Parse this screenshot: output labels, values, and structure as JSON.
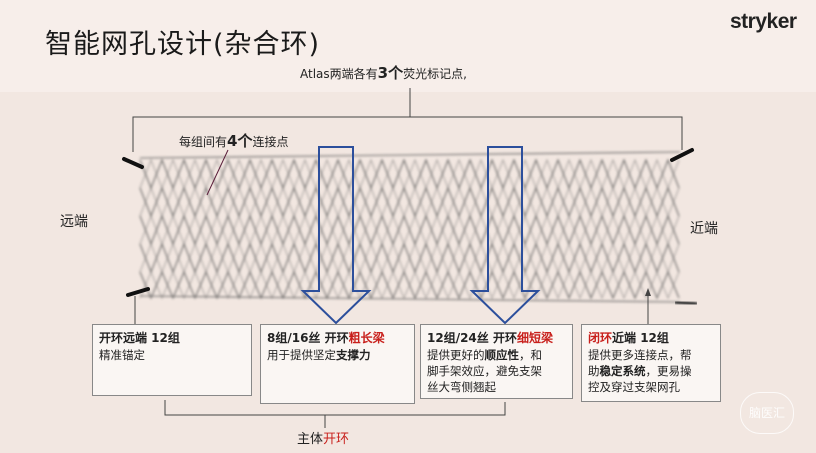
{
  "title": "智能网孔设计(杂合环)",
  "brand": "stryker",
  "atlas_note": {
    "pre": "Atlas两端各有",
    "num": "3个",
    "post": "荧光标记点,"
  },
  "conn_note": {
    "pre": "每组间有",
    "num": "4个",
    "post": "连接点"
  },
  "labels": {
    "distal": "远端",
    "proximal": "近端"
  },
  "boxes": [
    {
      "head": "开环远端 12组",
      "line1": "精准锚定"
    },
    {
      "head_pre": "8组/16丝 开环",
      "head_red": "粗长梁",
      "line1": "用于提供坚定",
      "line1_bold": "支撑力"
    },
    {
      "head_pre": "12组/24丝 开环",
      "head_red": "细短梁",
      "line1_pre": "提供更好的",
      "line1_bold": "顺应性",
      "line1_post": "，和",
      "line2": "脚手架效应，避免支架",
      "line3": "丝大弯侧翘起"
    },
    {
      "head_red": "闭环",
      "head_post": "近端 12组",
      "line1": "提供更多连接点，帮",
      "line2_pre": "助",
      "line2_bold": "稳定系统",
      "line2_post": "，更易操",
      "line3": "控及穿过支架网孔"
    }
  ],
  "bottom_label": {
    "pre": "主体",
    "red": "开环"
  },
  "watermark": "脑医汇",
  "colors": {
    "accent_red": "#c8201c",
    "arrow_blue": "#2c4f9c"
  }
}
